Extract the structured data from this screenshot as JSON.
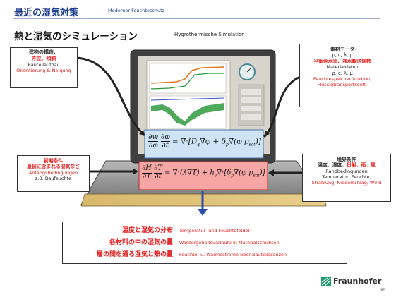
{
  "header": {
    "title": "最近の湿気対策",
    "subtitle": "Moderner Feuchteschutz"
  },
  "slide": {
    "title": "熱と湿気のシミュレーション",
    "subtitle": "Hygrothermische Simulation"
  },
  "box_top_left": {
    "line1": "建物の構造、",
    "line2": "方位、傾斜",
    "line3": "Bauteilaufbau",
    "line4": "Orientierung & Neigung"
  },
  "box_top_right": {
    "line1": "素材データ",
    "line2": "ρ, c, λ, μ",
    "line3": "平衡含水率、液水輸送係数",
    "line4": "Materialdaten",
    "line5": "ρ, c, λ, μ",
    "line6": "Feuchtespeicherfunktion,",
    "line7": "Flüssigtransportkoeff."
  },
  "box_mid_left": {
    "line1": "初期条件",
    "line2": "最初に含まれる湿気など",
    "line3": "Anfangsbedingungen",
    "line4": "z.B. Baufeuchte"
  },
  "box_mid_right": {
    "line1": "境界条件",
    "line2_a": "温度、湿度、",
    "line2_b": "日射、",
    "line2_c": "雨、",
    "line2_d": "風",
    "line3": "Randbedingungen",
    "line4": "Temperatur, Feuchte,",
    "line5": "Strahlung, Niederschlag, Wind"
  },
  "box_bottom": {
    "row1_jp": "温度と湿気の分布",
    "row1_de": "Temperatur- und Feuchtefelder",
    "row2_jp": "各材料の中の湿気の量",
    "row2_de": "Wassergehaltsverläufe in Materialschichten",
    "row3_jp": "層の間を通る湿気と熱の量",
    "row3_de": "Feuchte- u. Wärmeströme über Bauteilgrenzen"
  },
  "equations": {
    "eq1": "∂w/∂φ · ∂φ/∂t = ∇·[D_φ∇φ + δ_p∇(φ p_sat)]",
    "eq2": "∂H/∂T · ∂T/∂t = ∇·(λ∇T) + h_v∇·[δ_p∇(φ p_sat)]"
  },
  "logo": {
    "text": "Fraunhofer",
    "tag": "IBP"
  },
  "colors": {
    "navy": "#1f3f8f",
    "red": "#e41b1b",
    "pink_box": "#f7a6a6",
    "blue_box": "#cfe3f7",
    "arrow_blue": "#2b4ba8"
  }
}
